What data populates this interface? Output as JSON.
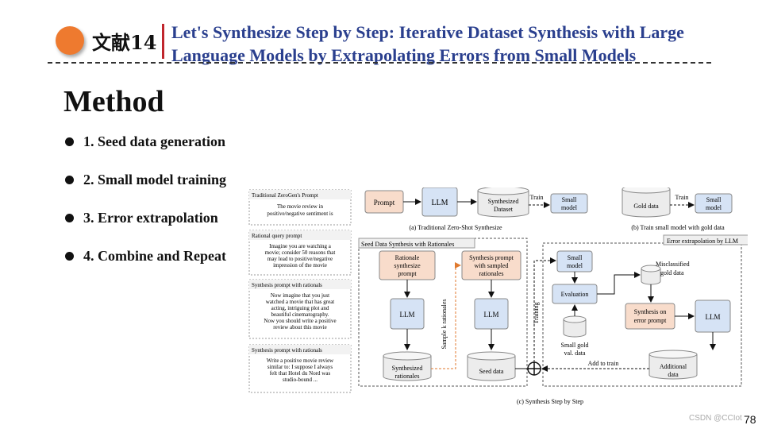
{
  "header": {
    "paper_number": "文献14",
    "title_line1": "Let's Synthesize Step by Step: Iterative Dataset Synthesis with Large",
    "title_line2": "Language Models by Extrapolating Errors from Small Models"
  },
  "section_title": "Method",
  "steps": [
    "1. Seed data generation",
    "2. Small model training",
    "3. Error extrapolation",
    "4. Combine and Repeat"
  ],
  "figure": {
    "prompts": [
      {
        "title": "Traditional ZeroGen's Prompt",
        "lines": [
          "The movie review in",
          "positive/negative sentiment is"
        ]
      },
      {
        "title": "Rational query prompt",
        "lines": [
          "Imagine you are watching a",
          "movie; consider 50 reasons that",
          "may lead to positive/negative",
          "impression of the movie"
        ]
      },
      {
        "title": "Synthesis prompt with rationals",
        "lines": [
          "Now imagine that you just",
          "watched a movie that has great",
          "acting, intriguing plot and",
          "beautiful cinematography.",
          "Now you should write a positive",
          "review about this movie"
        ]
      },
      {
        "title": "Synthesis prompt with rationals",
        "lines": [
          "Write a positive movie review",
          "similar to: I suppose I always",
          "felt that Hotel du Nord was",
          "studio-bound ..."
        ]
      }
    ],
    "panel_a": {
      "prompt": "Prompt",
      "llm": "LLM",
      "synth_dataset": [
        "Synthesized",
        "Dataset"
      ],
      "train": "Train",
      "small_model": [
        "Small",
        "model"
      ],
      "caption": "(a) Traditional Zero-Shot Synthesize"
    },
    "panel_b": {
      "gold_data": "Gold data",
      "train": "Train",
      "small_model": [
        "Small",
        "model"
      ],
      "caption": "(b) Train small model with gold data"
    },
    "panel_c": {
      "seed_title": "Seed Data Synthesis with Rationales",
      "error_title": "Error extrapolation by LLM",
      "rationale_prompt": [
        "Rationale",
        "synthesize",
        "prompt"
      ],
      "synthesis_prompt": [
        "Synthesis prompt",
        "with sampled",
        "rationales"
      ],
      "llm": "LLM",
      "synth_rationales": [
        "Synthesized",
        "rationales"
      ],
      "sample_k": "Sample k rationales",
      "seed_data": "Seed data",
      "training": "Training",
      "small_model": [
        "Small",
        "model"
      ],
      "misclassified": [
        "Misclassified",
        "gold data"
      ],
      "evaluation": "Evaluation",
      "synthesis_error": [
        "Synthesis on",
        "error prompt"
      ],
      "small_gold": [
        "Small gold",
        "val. data"
      ],
      "add_to_train": "Add to train",
      "additional_data": [
        "Additional",
        "data"
      ],
      "caption": "(c) Synthesis Step by Step"
    }
  },
  "page_number": "78",
  "watermark": "CSDN @CCIot"
}
